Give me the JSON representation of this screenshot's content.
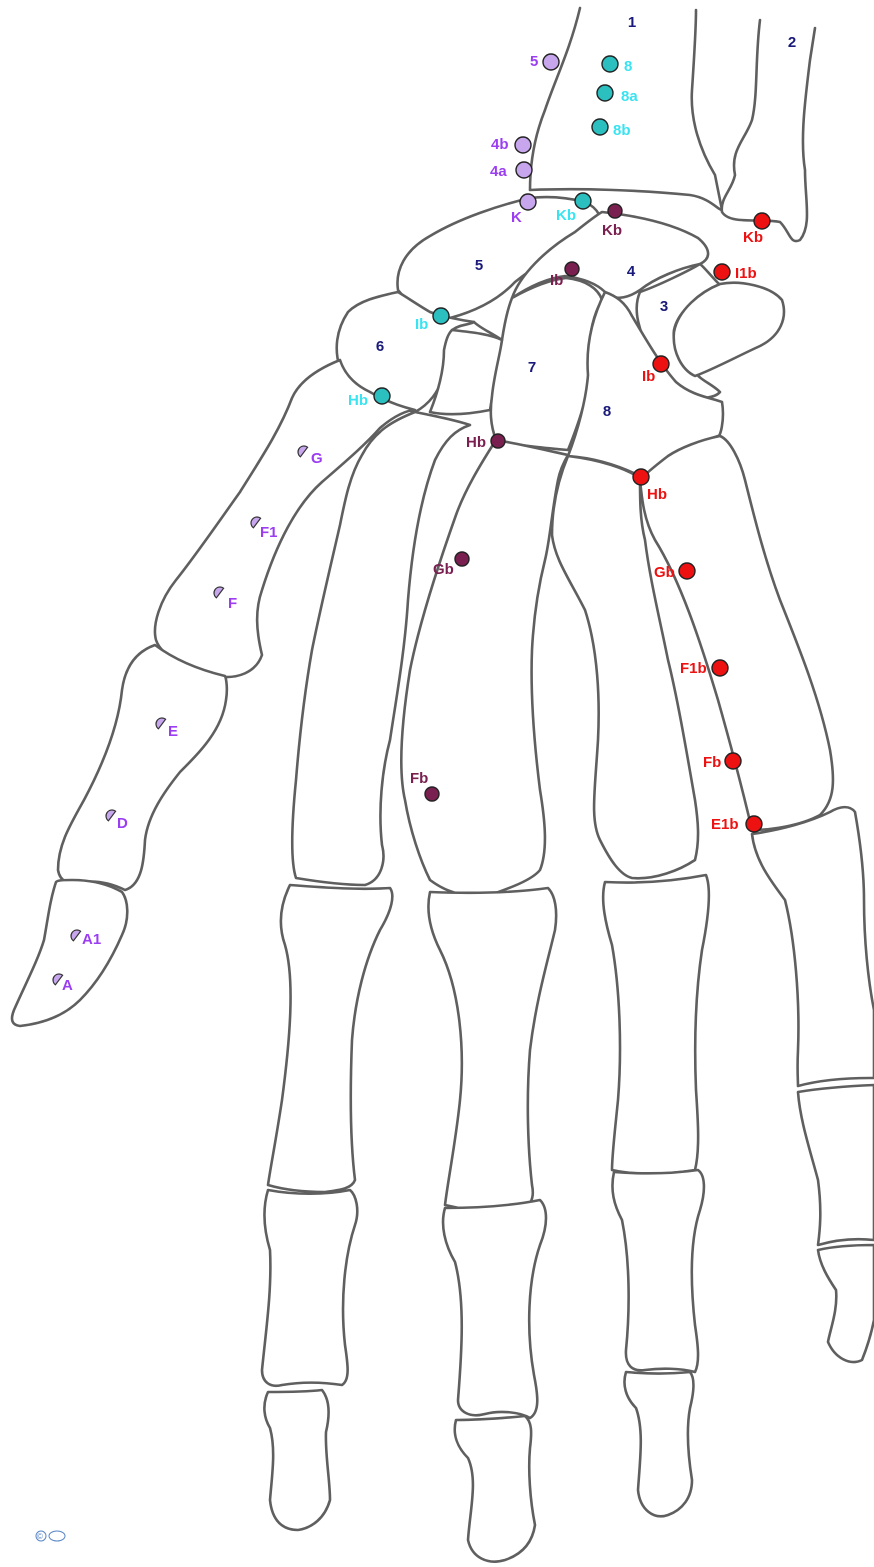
{
  "colors": {
    "bone_outline": "#5f5f5f",
    "bone_number": "#1a1a7a",
    "lilac_point": "#c7a6ee",
    "lilac_label": "#9b3ef2",
    "teal_point": "#2bbfbf",
    "teal_label": "#39e3f0",
    "plum_point": "#7a2050",
    "plum_label": "#7a2050",
    "red_point": "#ee1111",
    "red_label": "#ee1111"
  },
  "bone_numbers": [
    "1",
    "2",
    "3",
    "4",
    "5",
    "6",
    "7",
    "8"
  ],
  "points": {
    "lilac": [
      "5",
      "4b",
      "4a",
      "K"
    ],
    "lilac_half": [
      "G",
      "F1",
      "F",
      "E",
      "D",
      "A1",
      "A"
    ],
    "teal": [
      "8",
      "8a",
      "8b",
      "Kb",
      "Ib",
      "Hb"
    ],
    "plum": [
      "Kb",
      "Ib",
      "Hb",
      "Gb",
      "Fb"
    ],
    "red": [
      "Kb",
      "I1b",
      "Ib",
      "Hb",
      "Gb",
      "F1b",
      "Fb",
      "E1b"
    ]
  },
  "footer_mark": "©"
}
